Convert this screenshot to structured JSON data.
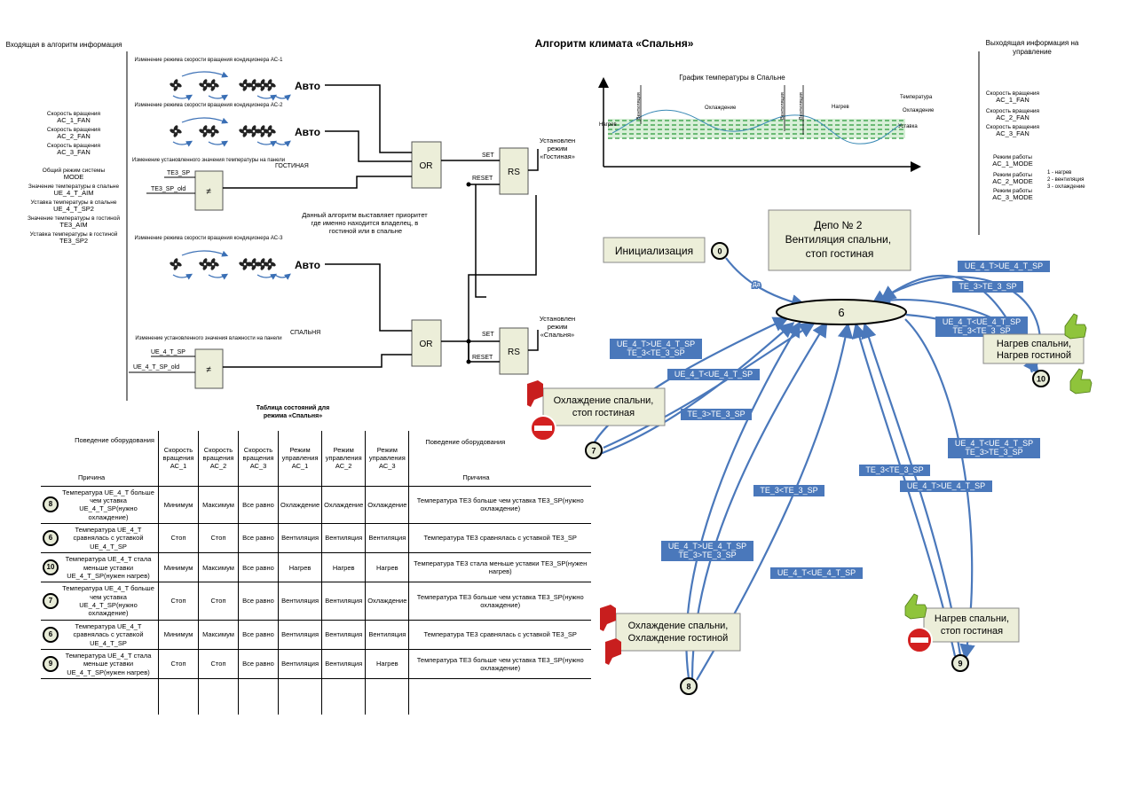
{
  "title": "Алгоритм климата «Спальня»",
  "left_panel": {
    "header": "Входящая в алгоритм информация",
    "items": [
      {
        "label": "Скорость вращения",
        "value": "AC_1_FAN"
      },
      {
        "label": "Скорость вращения",
        "value": "AC_2_FAN"
      },
      {
        "label": "Скорость вращения",
        "value": "AC_3_FAN"
      },
      {
        "label": "Общий режим системы",
        "value": "MODE"
      },
      {
        "label": "Значение температуры в спальне",
        "value": "UE_4_T_AIM"
      },
      {
        "label": "Уставка температуры в спальне",
        "value": "UE_4_T_SP2"
      },
      {
        "label": "Значение температуры в гостиной",
        "value": "TE3_AIM"
      },
      {
        "label": "Уставка температуры в гостиной",
        "value": "TE3_SP2"
      }
    ]
  },
  "right_panel": {
    "header": "Выходящая информация на управление",
    "items": [
      {
        "label": "Скорость вращения",
        "value": "AC_1_FAN"
      },
      {
        "label": "Скорость вращения",
        "value": "AC_2_FAN"
      },
      {
        "label": "Скорость вращения",
        "value": "AC_3_FAN"
      },
      {
        "label": "Режим работы",
        "value": "AC_1_MODE"
      },
      {
        "label": "Режим работы",
        "value": "AC_2_MODE"
      },
      {
        "label": "Режим работы",
        "value": "AC_3_MODE"
      }
    ],
    "mode_legend": [
      "1 - нагрев",
      "2 - вентиляция",
      "3 - охлаждение"
    ]
  },
  "logic": {
    "fan_change_ac1": "Изменение режима скорости вращения кондиционера АС-1",
    "fan_change_ac2": "Изменение режима скорости вращения кондиционера АС-2",
    "fan_change_ac3": "Изменение режима скорости вращения кондиционера АС-3",
    "auto": "Авто",
    "sp_change_living": "Изменение установленного значения температуры на панели",
    "sp_change_bed": "Изменение установленного значения влажности на панели",
    "living_label": "ГОСТИНАЯ",
    "bed_label": "СПАЛЬНЯ",
    "te3_sp": "TE3_SP",
    "te3_sp_old": "TE3_SP_old",
    "ue4_sp": "UE_4_T_SP",
    "ue4_sp_old": "UE_4_T_SP_old",
    "neq": "≠",
    "or": "OR",
    "rs": "RS",
    "set": "SET",
    "reset": "RESET",
    "out_living": "Установлен режим «Гостиная»",
    "out_bed": "Установлен режим «Спальня»",
    "priority_note": "Данный алгоритм выставляет приоритет где именно находится владелец, в гостиной или в спальне"
  },
  "graph": {
    "title": "График температуры в Спальне",
    "labels": {
      "heat_left": "Нагрев",
      "cooling": "Охлаждение",
      "heat": "Нагрев",
      "temperature": "Температура",
      "cooling2": "Охлаждение",
      "vent": "Вентиляция",
      "vent2": "Вентиляция",
      "vent3": "Вентиляция",
      "upper": "Уставка"
    }
  },
  "state_diagram": {
    "depot": "Депо № 2 Вентиляция спальни, стоп гостиная",
    "init": "Инициализация",
    "center": "6",
    "yes": "Да",
    "nodes": {
      "n0": "0",
      "n7": "7",
      "n8": "8",
      "n9": "9",
      "n10": "10"
    },
    "states": {
      "s7": "Охлаждение спальни, стоп гостиная",
      "s10": "Нагрев спальни, Нагрев гостиной",
      "s8": "Охлаждение спальни, Охлаждение гостиной",
      "s9": "Нагрев спальни, стоп гостиная"
    },
    "transitions": [
      "UE_4_T>UE_4_T_SP",
      "TE_3>TE_3_SP",
      "UE_4_T<UE_4_T_SP TE_3<TE_3_SP",
      "UE_4_T>UE_4_T_SP TE_3<TE_3_SP",
      "UE_4_T<UE_4_T_SP",
      "TE_3>TE_3_SP",
      "UE_4_T<UE_4_T_SP TE_3>TE_3_SP",
      "TE_3<TE_3_SP",
      "UE_4_T>UE_4_T_SP",
      "TE_3<TE_3_SP",
      "UE_4_T>UE_4_T_SP TE_3>TE_3_SP",
      "UE_4_T<UE_4_T_SP"
    ]
  },
  "state_table": {
    "caption": "Таблица состояний для режима «Спальня»",
    "header_behavior": "Поведение оборудования",
    "header_reason": "Причина",
    "columns": [
      "Скорость вращения АС_1",
      "Скорость вращения АС_2",
      "Скорость вращения АС_3",
      "Режим управления АС_1",
      "Режим управления АС_2",
      "Режим управления АС_3"
    ],
    "right_header_behavior": "Поведение оборудования",
    "right_header_reason": "Причина",
    "rows": [
      {
        "num": "8",
        "reason": "Температура UE_4_T больше чем уставка UE_4_T_SP(нужно охлаждение)",
        "cells": [
          "Минимум",
          "Максимум",
          "Все равно",
          "Охлаждение",
          "Охлаждение",
          "Охлаждение"
        ],
        "right": "Температура TE3 больше чем уставка TE3_SP(нужно охлаждение)"
      },
      {
        "num": "6",
        "reason": "Температура UE_4_T сравнялась с уставкой UE_4_T_SP",
        "cells": [
          "Стоп",
          "Стоп",
          "Все равно",
          "Вентиляция",
          "Вентиляция",
          "Вентиляция"
        ],
        "right": "Температура TE3 сравнялась с уставкой TE3_SP"
      },
      {
        "num": "10",
        "reason": "Температура UE_4_T стала меньше уставки UE_4_T_SP(нужен нагрев)",
        "cells": [
          "Минимум",
          "Максимум",
          "Все равно",
          "Нагрев",
          "Нагрев",
          "Нагрев"
        ],
        "right": "Температура TE3 стала меньше уставки TE3_SP(нужен нагрев)"
      },
      {
        "num": "7",
        "reason": "Температура UE_4_T больше чем уставка UE_4_T_SP(нужно охлаждение)",
        "cells": [
          "Стоп",
          "Стоп",
          "Все равно",
          "Вентиляция",
          "Вентиляция",
          "Охлаждение"
        ],
        "right": "Температура TE3 больше чем уставка TE3_SP(нужно охлаждение)"
      },
      {
        "num": "6",
        "reason": "Температура UE_4_T сравнялась с уставкой UE_4_T_SP",
        "cells": [
          "Минимум",
          "Максимум",
          "Все равно",
          "Вентиляция",
          "Вентиляция",
          "Вентиляция"
        ],
        "right": "Температура TE3 сравнялась с уставкой TE3_SP"
      },
      {
        "num": "9",
        "reason": "Температура UE_4_T стала меньше уставки UE_4_T_SP(нужен нагрев)",
        "cells": [
          "Стоп",
          "Стоп",
          "Все равно",
          "Вентиляция",
          "Вентиляция",
          "Нагрев"
        ],
        "right": "Температура TE3 больше чем уставка TE3_SP(нужно охлаждение)"
      }
    ]
  },
  "colors": {
    "edge": "#4a78bb",
    "label_bg": "#4a78bb",
    "box_bg": "#eceed9",
    "node_bg": "#e8ecd8"
  }
}
